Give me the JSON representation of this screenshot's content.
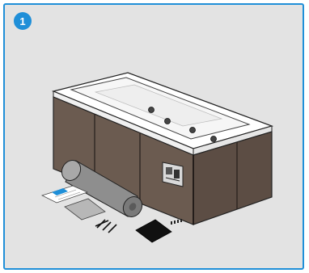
{
  "step": {
    "number": "1"
  },
  "colors": {
    "border_accent": "#1f8fd8",
    "badge_bg": "#1f8fd8",
    "panel_bg": "#e3e3e3",
    "tub_panel": "#6b5b50",
    "tub_panel_dark": "#4e413a",
    "tub_white": "#ffffff",
    "roll_gray": "#8e8e8e",
    "foam_square": "#111111"
  },
  "illustration": {
    "subject": "bathtub-with-side-panels-kit",
    "jet_count": 4,
    "panel_count": 5
  }
}
